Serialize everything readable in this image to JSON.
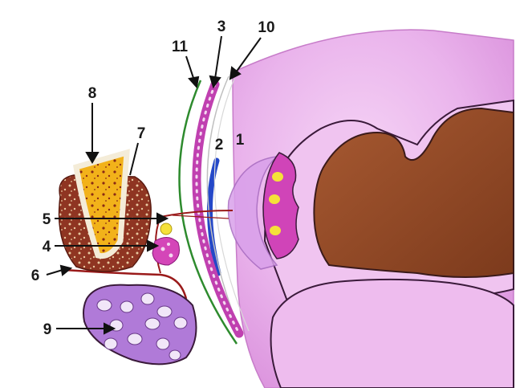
{
  "labels": {
    "l1": "1",
    "l2": "2",
    "l3": "3",
    "l4": "4",
    "l5": "5",
    "l6": "6",
    "l7": "7",
    "l8": "8",
    "l9": "9",
    "l10": "10",
    "l11": "11"
  },
  "colors": {
    "tissue_pink": "#e8a8ea",
    "tissue_light": "#f3cff4",
    "inner_brown": "#9a4a28",
    "vessel_red": "#9a1a1a",
    "membrane_magenta": "#c040b0",
    "band_blue": "#2448c8",
    "outer_green": "#2e8b2e",
    "lymph_purple": "#b07ad8",
    "fat_yellow": "#f2b21a"
  }
}
